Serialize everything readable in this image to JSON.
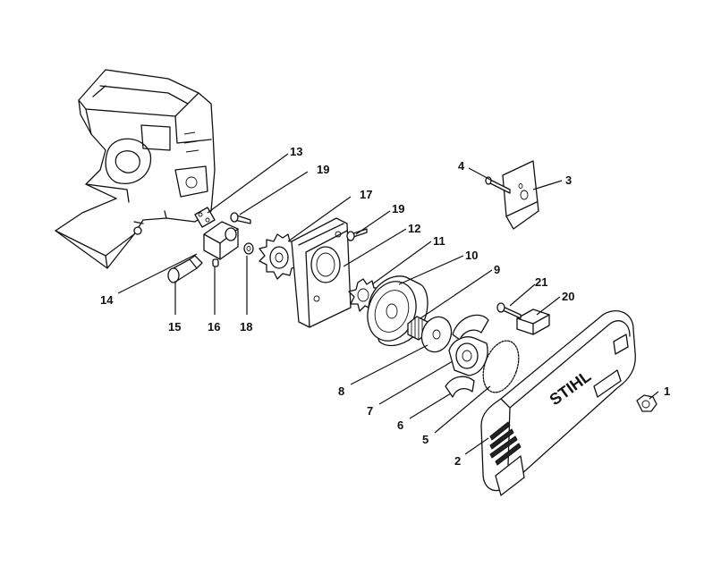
{
  "brand_text": "STIHL",
  "callouts": [
    {
      "id": "1",
      "label": "1"
    },
    {
      "id": "2",
      "label": "2"
    },
    {
      "id": "3",
      "label": "3"
    },
    {
      "id": "4",
      "label": "4"
    },
    {
      "id": "5",
      "label": "5"
    },
    {
      "id": "6",
      "label": "6"
    },
    {
      "id": "7",
      "label": "7"
    },
    {
      "id": "8",
      "label": "8"
    },
    {
      "id": "9",
      "label": "9"
    },
    {
      "id": "10",
      "label": "10"
    },
    {
      "id": "11",
      "label": "11"
    },
    {
      "id": "12",
      "label": "12"
    },
    {
      "id": "13",
      "label": "13"
    },
    {
      "id": "14",
      "label": "14"
    },
    {
      "id": "15",
      "label": "15"
    },
    {
      "id": "16",
      "label": "16"
    },
    {
      "id": "17",
      "label": "17"
    },
    {
      "id": "18",
      "label": "18"
    },
    {
      "id": "19a",
      "label": "19"
    },
    {
      "id": "19b",
      "label": "19"
    },
    {
      "id": "20",
      "label": "20"
    },
    {
      "id": "21",
      "label": "21"
    }
  ]
}
